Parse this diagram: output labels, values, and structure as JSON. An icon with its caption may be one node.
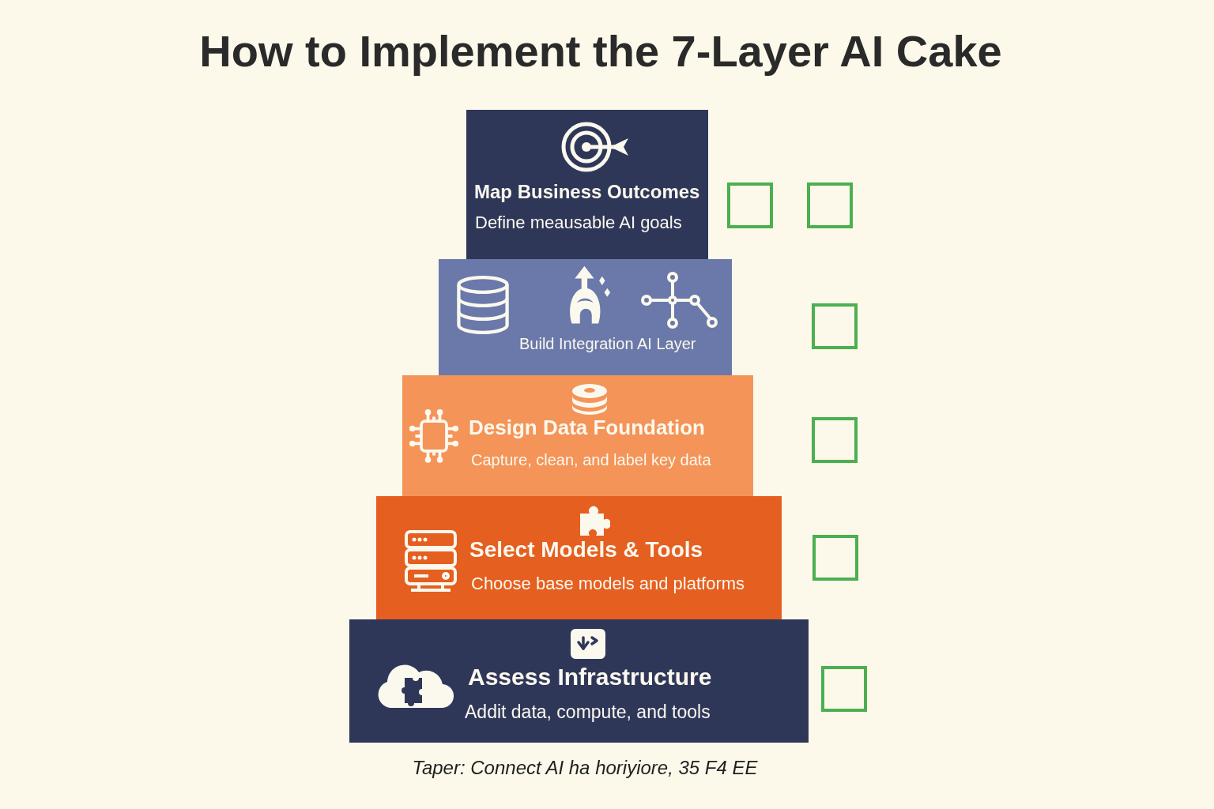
{
  "diagram": {
    "title": "How to Implement the 7-Layer AI Cake",
    "caption": "Taper: Connect AI ha horiyiore, 35 F4 EE",
    "nodes": [
      {
        "text": [
          "Map Business Outcomes",
          "Define meausable AI goals"
        ]
      },
      {
        "text": [
          "Build Integration AI Layer"
        ]
      },
      {
        "text": [
          "Design Data Foundation",
          "Capture, clean, and label key data"
        ]
      },
      {
        "text": [
          "Select Models & Tools",
          "Choose base models and platforms"
        ]
      },
      {
        "text": [
          "Assess Infrastructure",
          "Addit data, compute, and tools"
        ]
      }
    ]
  }
}
